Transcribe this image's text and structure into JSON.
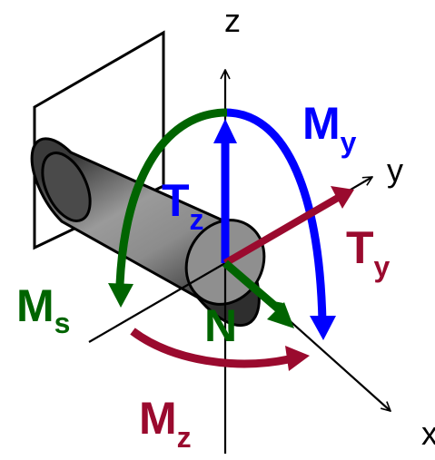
{
  "axes": {
    "z_label": "z",
    "y_label": "y",
    "x_label": "x"
  },
  "labels": {
    "My": {
      "main": "M",
      "sub": "y"
    },
    "Tz": {
      "main": "T",
      "sub": "z"
    },
    "Ty": {
      "main": "T",
      "sub": "y"
    },
    "Ms": {
      "main": "M",
      "sub": "s"
    },
    "N": {
      "main": "N"
    },
    "Mz": {
      "main": "M",
      "sub": "z"
    }
  },
  "colors": {
    "blue": "#0000ff",
    "green": "#006400",
    "crimson": "#9a0a2e",
    "black": "#000000"
  }
}
